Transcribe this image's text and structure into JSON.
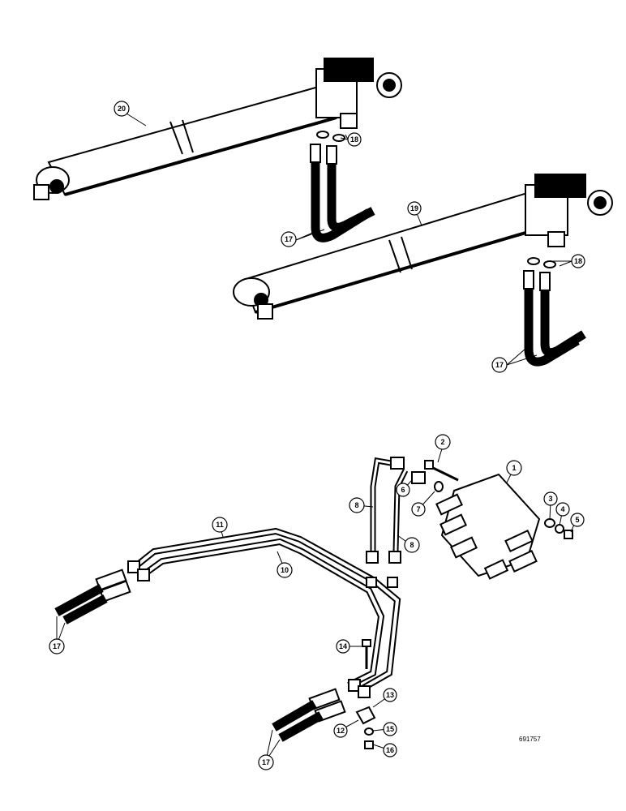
{
  "callouts": {
    "c1": "1",
    "c2": "2",
    "c3": "3",
    "c4": "4",
    "c5": "5",
    "c6": "6",
    "c7": "7",
    "c8a": "8",
    "c8b": "8",
    "c10": "10",
    "c11": "11",
    "c12": "12",
    "c13": "13",
    "c14": "14",
    "c15": "15",
    "c16": "16",
    "c17a": "17",
    "c17b": "17",
    "c17c": "17",
    "c17d": "17",
    "c18a": "18",
    "c18b": "18",
    "c19": "19",
    "c20": "20"
  },
  "drawing_number": "691757"
}
